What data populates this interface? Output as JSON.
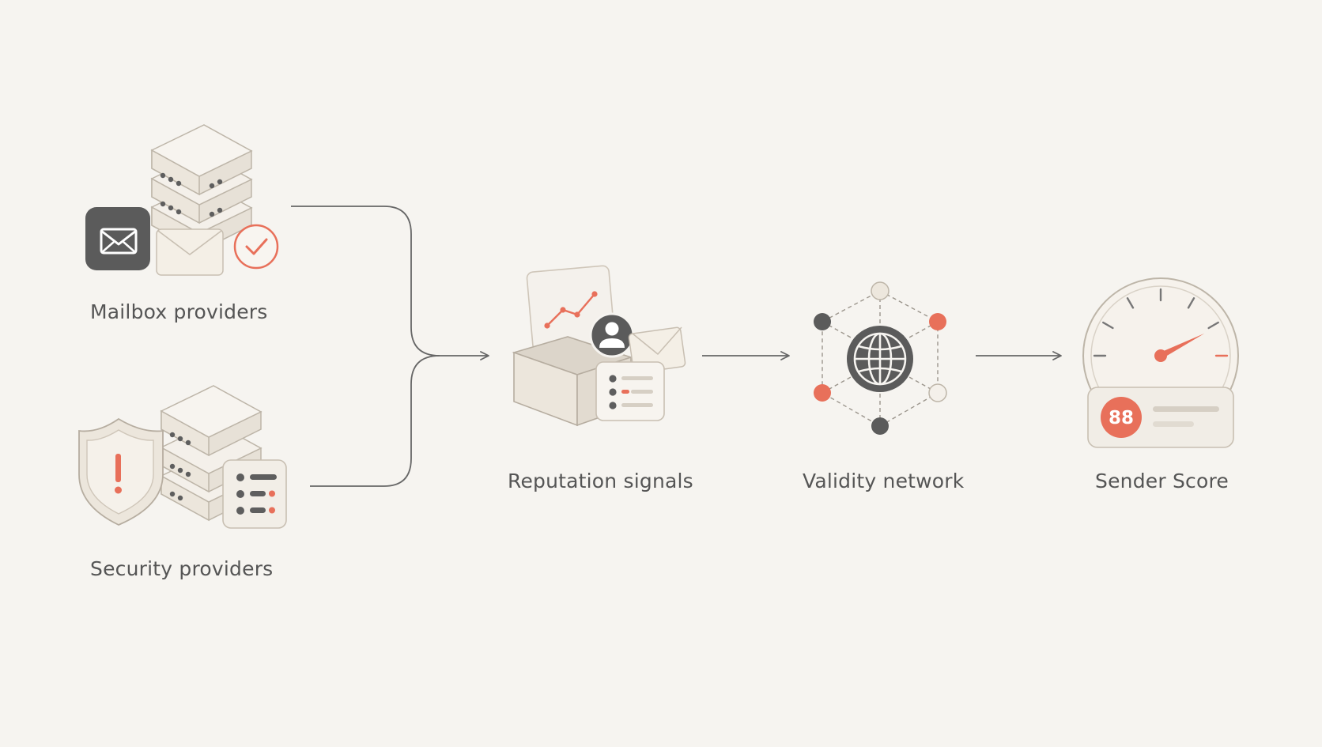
{
  "nodes": {
    "mailbox": {
      "label": "Mailbox providers",
      "icon": "mail-server-icon"
    },
    "security": {
      "label": "Security providers",
      "icon": "shield-server-icon"
    },
    "reputation": {
      "label": "Reputation signals",
      "icon": "signals-box-icon"
    },
    "validity": {
      "label": "Validity network",
      "icon": "globe-network-icon"
    },
    "sender_score": {
      "label": "Sender Score",
      "icon": "gauge-icon",
      "score": "88",
      "gauge_level": 0.85
    }
  },
  "edges": [
    {
      "from": "mailbox",
      "to": "reputation"
    },
    {
      "from": "security",
      "to": "reputation"
    },
    {
      "from": "reputation",
      "to": "validity"
    },
    {
      "from": "validity",
      "to": "sender_score"
    }
  ],
  "colors": {
    "background": "#f6f4f0",
    "accent": "#e8705a",
    "dark": "#5e5e5e",
    "light_fill": "#efebe3",
    "line": "#666666",
    "text": "#555555"
  }
}
